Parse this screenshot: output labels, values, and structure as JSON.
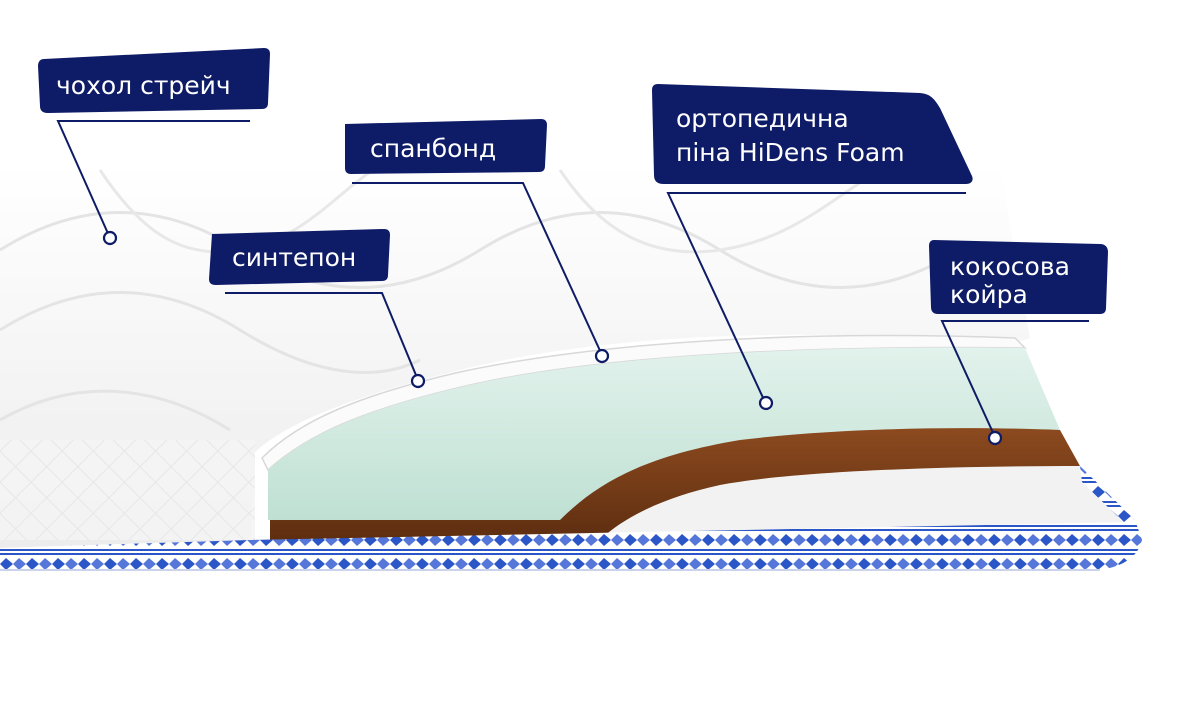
{
  "labels": {
    "cover": "чохол стрейч",
    "spunbond": "спанбонд",
    "synthepon": "синтепон",
    "foam_line1": "ортопедична",
    "foam_line2": "піна HiDens Foam",
    "coir_line1": "кокосова",
    "coir_line2": "койра"
  },
  "colors": {
    "label_bg": "#0e1b66",
    "label_text": "#ffffff",
    "cover_fabric": "#f3f3f3",
    "foam": "#d6ece3",
    "coir": "#7a3f1a",
    "border_pattern": "#2b56c8"
  }
}
